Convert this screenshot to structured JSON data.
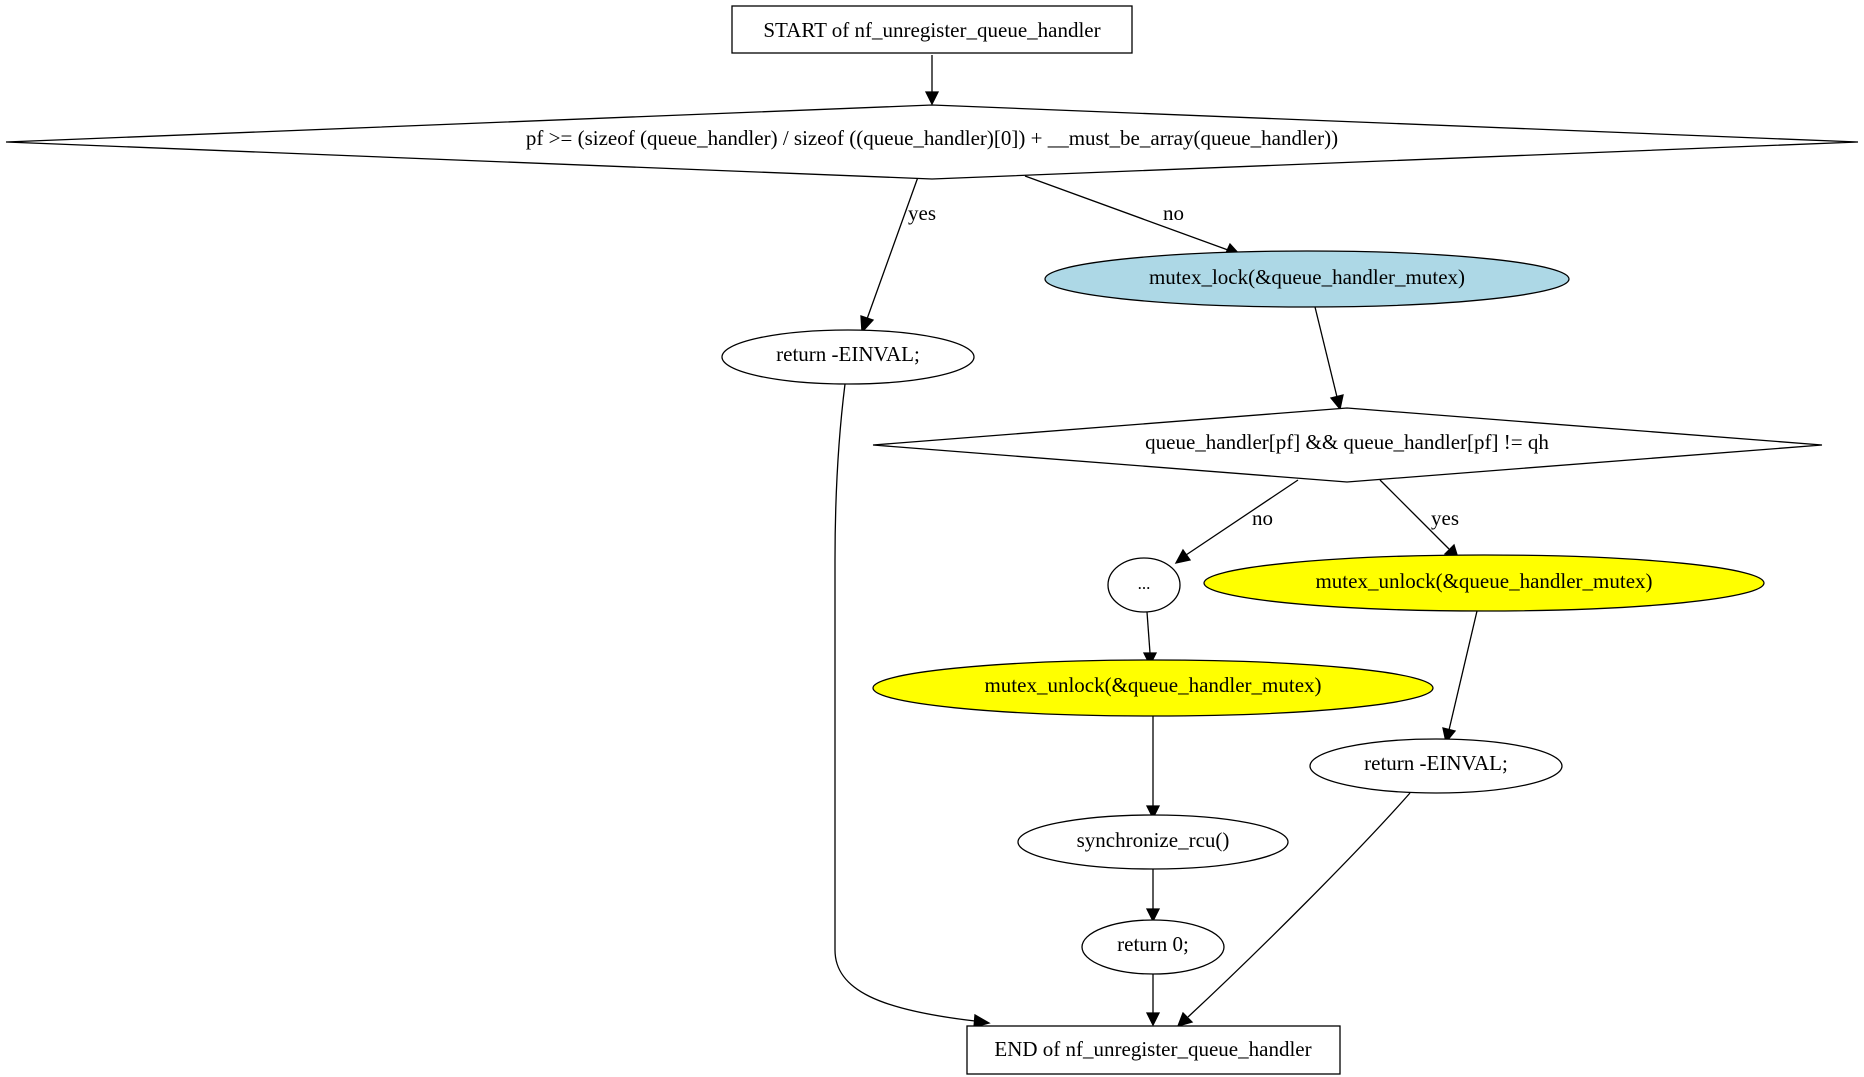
{
  "diagram": {
    "type": "control-flow-graph",
    "nodes": {
      "start": {
        "label": "START of nf_unregister_queue_handler",
        "shape": "box"
      },
      "cond1": {
        "label": "pf >= (sizeof (queue_handler) / sizeof ((queue_handler)[0]) + __must_be_array(queue_handler))",
        "shape": "diamond"
      },
      "return_einval_1": {
        "label": "return -EINVAL;",
        "shape": "ellipse"
      },
      "mutex_lock": {
        "label": "mutex_lock(&queue_handler_mutex)",
        "shape": "ellipse",
        "fill": "#add8e6"
      },
      "cond2": {
        "label": "queue_handler[pf] && queue_handler[pf] != qh",
        "shape": "diamond"
      },
      "ellipsis": {
        "label": "...",
        "shape": "ellipse"
      },
      "mutex_unlock_yes": {
        "label": "mutex_unlock(&queue_handler_mutex)",
        "shape": "ellipse",
        "fill": "#ffff00"
      },
      "mutex_unlock_no": {
        "label": "mutex_unlock(&queue_handler_mutex)",
        "shape": "ellipse",
        "fill": "#ffff00"
      },
      "return_einval_2": {
        "label": "return -EINVAL;",
        "shape": "ellipse"
      },
      "synchronize_rcu": {
        "label": "synchronize_rcu()",
        "shape": "ellipse"
      },
      "return_0": {
        "label": "return 0;",
        "shape": "ellipse"
      },
      "end": {
        "label": "END of nf_unregister_queue_handler",
        "shape": "box"
      }
    },
    "edge_labels": {
      "cond1_yes": "yes",
      "cond1_no": "no",
      "cond2_no": "no",
      "cond2_yes": "yes"
    },
    "edges": [
      {
        "from": "start",
        "to": "cond1"
      },
      {
        "from": "cond1",
        "to": "return_einval_1",
        "label": "yes"
      },
      {
        "from": "cond1",
        "to": "mutex_lock",
        "label": "no"
      },
      {
        "from": "mutex_lock",
        "to": "cond2"
      },
      {
        "from": "cond2",
        "to": "ellipsis",
        "label": "no"
      },
      {
        "from": "cond2",
        "to": "mutex_unlock_yes",
        "label": "yes"
      },
      {
        "from": "ellipsis",
        "to": "mutex_unlock_no"
      },
      {
        "from": "mutex_unlock_yes",
        "to": "return_einval_2"
      },
      {
        "from": "mutex_unlock_no",
        "to": "synchronize_rcu"
      },
      {
        "from": "synchronize_rcu",
        "to": "return_0"
      },
      {
        "from": "return_0",
        "to": "end"
      },
      {
        "from": "return_einval_1",
        "to": "end"
      },
      {
        "from": "return_einval_2",
        "to": "end"
      }
    ]
  }
}
